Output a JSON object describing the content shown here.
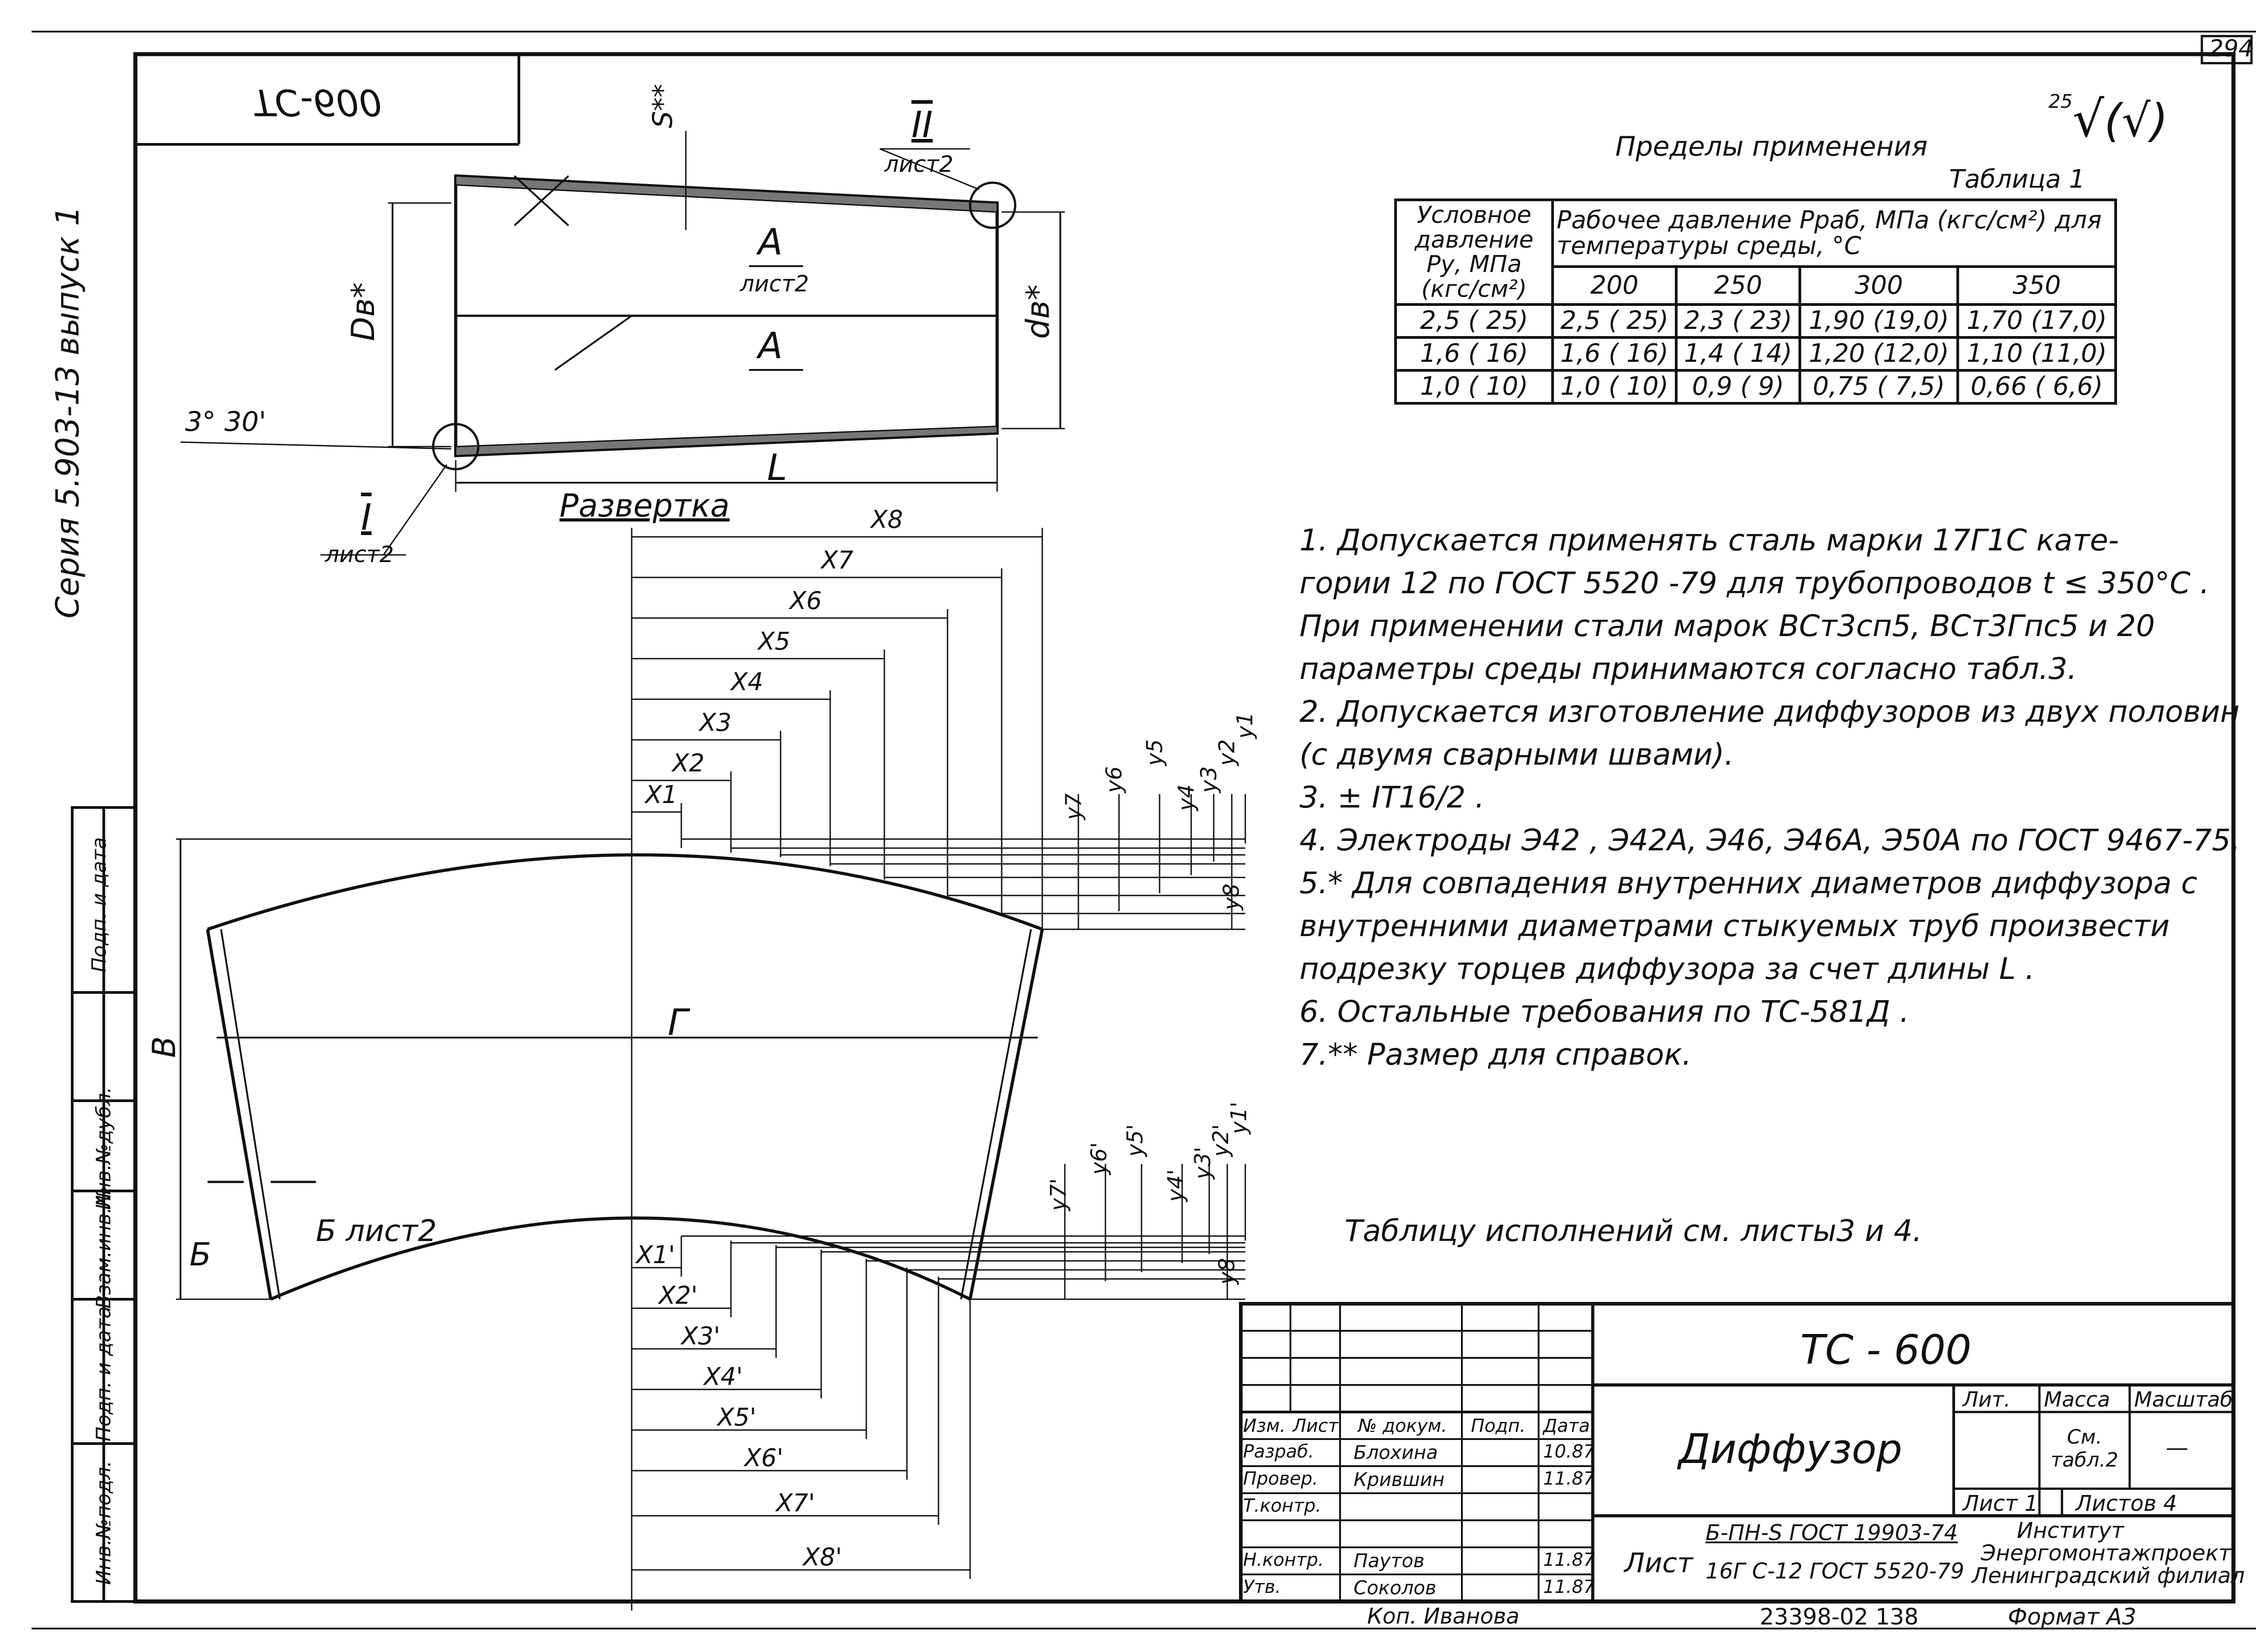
{
  "page": {
    "page_number": "294",
    "code_mirrored": "ТС-600",
    "series": "Серия 5.903-13 выпуск 1",
    "roughness": "25",
    "roughness_check": "(√)"
  },
  "drawing": {
    "weld_label": "S**",
    "section_II": "II",
    "section_II_sheet": "лист2",
    "section_I": "I",
    "section_I_sheet": "лист2",
    "section_A_upper": "A",
    "section_A_upper_sheet": "лист2",
    "section_A_lower": "A",
    "dim_Db": "Dв*",
    "dim_db": "dв*",
    "angle": "3° 30'",
    "dim_L": "L",
    "razvertka": "Развертка",
    "x_labels": [
      "X8",
      "X7",
      "X6",
      "X5",
      "X4",
      "X3",
      "X2",
      "X1"
    ],
    "y_labels": [
      "y7",
      "y6",
      "y5",
      "y4",
      "y3",
      "y2",
      "y1",
      "y8"
    ],
    "x_prime_labels": [
      "X1'",
      "X2'",
      "X3'",
      "X4'",
      "X5'",
      "X6'",
      "X7'",
      "X8'"
    ],
    "y_prime_labels": [
      "y7'",
      "y6'",
      "y5'",
      "y4'",
      "y3'",
      "y2'",
      "y1'",
      "y8"
    ],
    "dim_B": "В",
    "dim_G": "Г",
    "section_B": "Б",
    "section_B2": "Б лист2"
  },
  "limits": {
    "title": "Пределы применения",
    "table_no": "Таблица 1",
    "head_col1": "Условное давление Ру, МПа (кгс/см²)",
    "head_group": "Рабочее давление Рраб, МПа (кгс/см²) для температуры среды, °С",
    "temps": [
      "200",
      "250",
      "300",
      "350"
    ],
    "rows": [
      [
        "2,5  ( 25)",
        "2,5 ( 25)",
        "2,3 ( 23)",
        "1,90 (19,0)",
        "1,70 (17,0)"
      ],
      [
        "1,6  ( 16)",
        "1,6  ( 16)",
        "1,4  ( 14)",
        "1,20 (12,0)",
        "1,10 (11,0)"
      ],
      [
        "1,0  ( 10)",
        "1,0  ( 10)",
        "0,9 (  9)",
        "0,75 ( 7,5)",
        "0,66 ( 6,6)"
      ]
    ]
  },
  "notes": [
    "1. Допускается применять сталь марки 17Г1С  кате-",
    "гории 12  по ГОСТ 5520 -79  для трубопроводов  t ≤ 350°С .",
    "   При применении  стали марок  ВСт3сп5,  ВСт3Гпс5 и 20",
    "параметры среды  принимаются  согласно  табл.3.",
    "   2. Допускается  изготовление  диффузоров  из двух половин",
    "(с двумя сварными швами).",
    "   3.  ± IT16/2 .",
    "   4. Электроды  Э42 , Э42А, Э46, Э46А, Э50А  по ГОСТ 9467-75.",
    "   5.* Для совпадения внутренних диаметров диффузора с",
    "внутренними  диаметрами стыкуемых труб произвести",
    "подрезку  торцев  диффузора за счет длины  L .",
    "   6.  Остальные   требования  по ТС-581Д .",
    "   7.** Размер для справок."
  ],
  "notes_footer": "Таблицу  исполнений  см. листы3 и 4.",
  "left_strip": [
    "Инв.№подл.",
    "Подп. и дата",
    "Взам.инв.№",
    "Инв.№дубл.",
    "Подп. и дата"
  ],
  "stamp": {
    "code": "ТС - 600",
    "name": "Диффузор",
    "lit": "Лит.",
    "mass": "Масса",
    "scale": "Масштаб",
    "mass_val": "См. табл.2",
    "scale_val": "—",
    "sheet": "Лист 1",
    "sheets": "Листов 4",
    "org1": "Институт",
    "org2": "Энергомонтажпроект",
    "org3": "Ленинградский филиал",
    "list_label": "Лист",
    "mat1": "Б-ПН-S ГОСТ 19903-74",
    "mat2": "16Г С-12 ГОСТ 5520-79",
    "hdr": [
      "Изм.",
      "Лист",
      "№ докум.",
      "Подп.",
      "Дата"
    ],
    "roles": [
      [
        "Разраб.",
        "Блохина",
        "",
        "10.87"
      ],
      [
        "Провер.",
        "Крившин",
        "",
        "11.87"
      ],
      [
        "Т.контр.",
        "",
        "",
        ""
      ],
      [
        "",
        "",
        " ",
        ""
      ],
      [
        "Н.контр.",
        "Паутов",
        "",
        "11.87"
      ],
      [
        "Утв.",
        "Соколов",
        "",
        "11.87"
      ]
    ],
    "copied": "Коп. Иванова",
    "inv": "23398-02  138",
    "format": "Формат  А3"
  }
}
